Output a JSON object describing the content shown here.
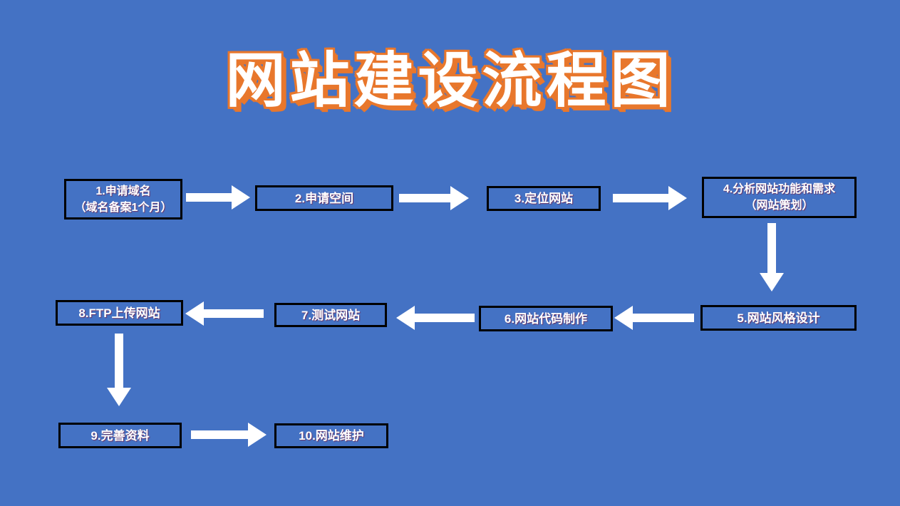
{
  "page": {
    "background_color": "#4472C4",
    "title": {
      "text": "网站建设流程图",
      "fill_color": "#FFFFFF",
      "outline_color": "#E8772C"
    }
  },
  "colors": {
    "arrow": "#FFFFFF",
    "node_border": "#000000",
    "node_text": "#FFFFFF"
  },
  "flowchart": {
    "nodes": [
      {
        "label": "1.申请域名",
        "sublabel": "（域名备案1个月）"
      },
      {
        "label": "2.申请空间"
      },
      {
        "label": "3.定位网站"
      },
      {
        "label": "4.分析网站功能和需求",
        "sublabel": "（网站策划）"
      },
      {
        "label": "5.网站风格设计"
      },
      {
        "label": "6.网站代码制作"
      },
      {
        "label": "7.测试网站"
      },
      {
        "label": "8.FTP上传网站"
      },
      {
        "label": "9.完善资料"
      },
      {
        "label": "10.网站维护"
      }
    ],
    "connections": [
      {
        "from": "1.申请域名",
        "to": "2.申请空间",
        "direction": "right"
      },
      {
        "from": "2.申请空间",
        "to": "3.定位网站",
        "direction": "right"
      },
      {
        "from": "3.定位网站",
        "to": "4.分析网站功能和需求",
        "direction": "right"
      },
      {
        "from": "4.分析网站功能和需求",
        "to": "5.网站风格设计",
        "direction": "down"
      },
      {
        "from": "5.网站风格设计",
        "to": "6.网站代码制作",
        "direction": "left"
      },
      {
        "from": "6.网站代码制作",
        "to": "7.测试网站",
        "direction": "left"
      },
      {
        "from": "7.测试网站",
        "to": "8.FTP上传网站",
        "direction": "left"
      },
      {
        "from": "8.FTP上传网站",
        "to": "9.完善资料",
        "direction": "down"
      },
      {
        "from": "9.完善资料",
        "to": "10.网站维护",
        "direction": "right"
      }
    ]
  }
}
